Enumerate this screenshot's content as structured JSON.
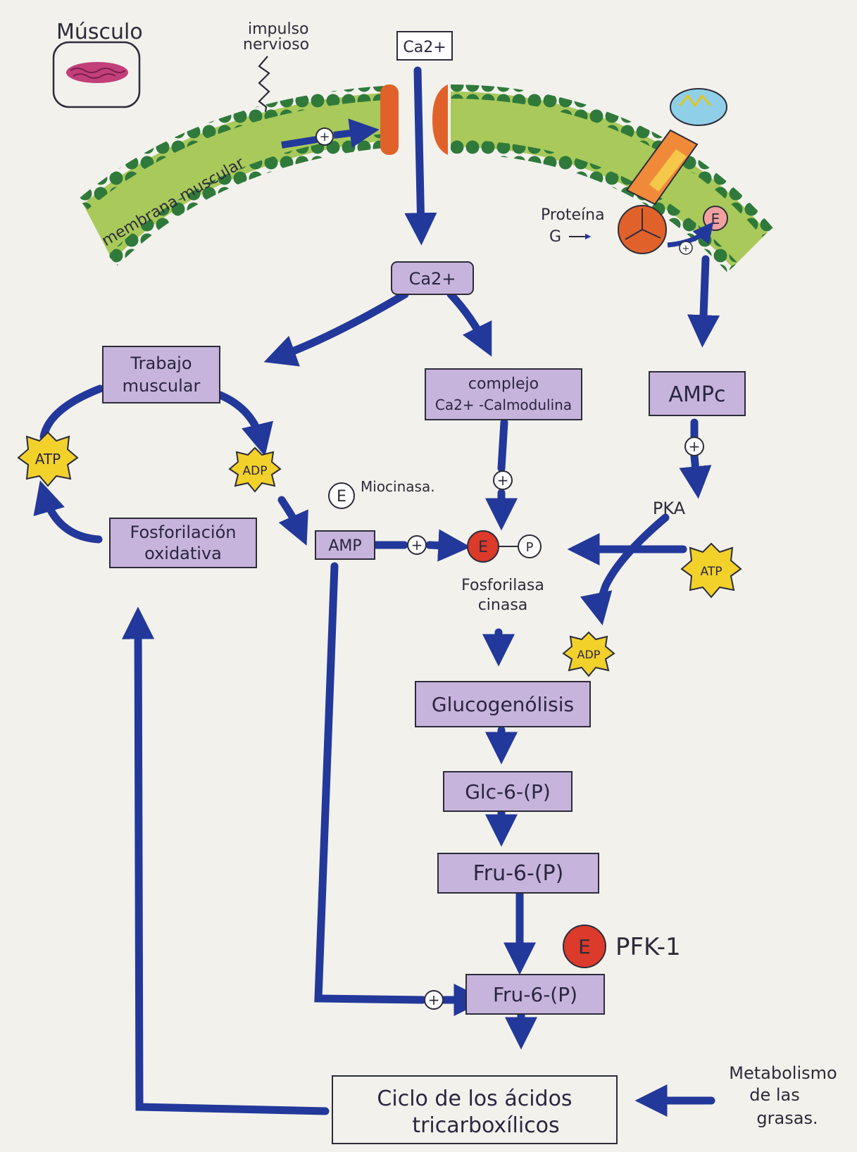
{
  "labels": {
    "musculo": "Músculo",
    "impulso": [
      "impulso",
      "nervioso"
    ],
    "membrana": "membrana muscular",
    "proteina": [
      "Proteína",
      "G"
    ],
    "miocinasa": "Miocinasa.",
    "pka": "PKA",
    "fosforilasa": [
      "Fosforilasa",
      "cinasa"
    ],
    "pfk": "PFK-1",
    "metabolismo": [
      "Metabolismo",
      "de las",
      "grasas."
    ],
    "plus": "+",
    "enzyme": "E",
    "phosphate": "P"
  },
  "boxes": {
    "ca_top": "Ca2+",
    "ca_mid": "Ca2+",
    "trabajo": [
      "Trabajo",
      "muscular"
    ],
    "complejo": [
      "complejo",
      "Ca2+ -Calmodulina"
    ],
    "ampc": "AMPc",
    "fosforilacion": [
      "Fosforilación",
      "oxidativa"
    ],
    "amp": "AMP",
    "glucogenolisis": "Glucogenólisis",
    "glc6p": "Glc-6-(P)",
    "fru6p": "Fru-6-(P)",
    "fru16p": "Fru-6-(P)",
    "ciclo": [
      "Ciclo de los ácidos",
      "tricarboxílicos"
    ]
  },
  "stars": {
    "atp_left": "ATP",
    "adp_top": "ADP",
    "atp_right": "ATP",
    "adp_bottom": "ADP"
  },
  "colors": {
    "arrow": "#22389a",
    "box_fill": "#c7b4dc",
    "membrane": "#a9c95a",
    "membrane_bead": "#2f7a3b",
    "channel": "#e0622a",
    "enzyme": "#dc3a2a",
    "star": "#f2d12a"
  }
}
